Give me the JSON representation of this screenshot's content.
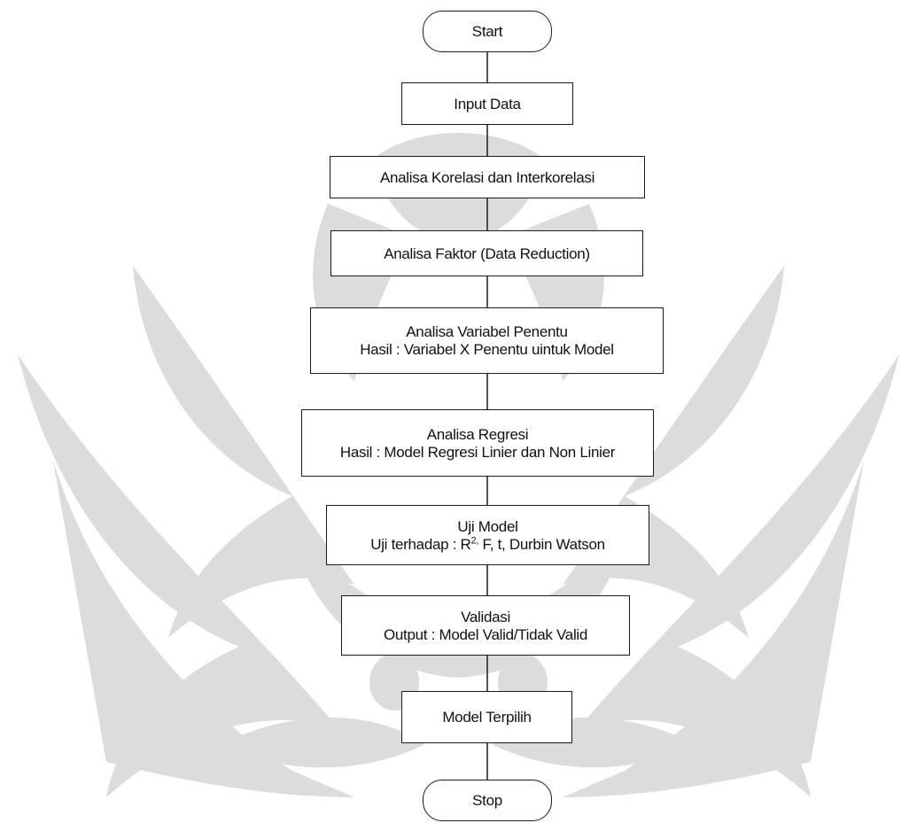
{
  "flowchart": {
    "start": "Start",
    "input_data": "Input Data",
    "correlation": "Analisa Korelasi dan Interkorelasi",
    "factor": "Analisa Faktor (Data Reduction)",
    "variable": {
      "title": "Analisa Variabel Penentu",
      "result": "Hasil : Variabel X Penentu uintuk Model"
    },
    "regression": {
      "title": "Analisa Regresi",
      "result": "Hasil : Model Regresi Linier dan Non Linier"
    },
    "test": {
      "title": "Uji Model",
      "result_prefix": "Uji terhadap : R",
      "result_sup": "2,",
      "result_suffix": " F, t, Durbin Watson"
    },
    "validation": {
      "title": "Validasi",
      "result": "Output : Model Valid/Tidak Valid"
    },
    "selected": "Model Terpilih",
    "stop": "Stop"
  },
  "colors": {
    "stroke": "#1a1a1a",
    "watermark": "#d9d9d9",
    "background": "#ffffff"
  },
  "watermark": {
    "icon": "university-emblem-icon"
  }
}
